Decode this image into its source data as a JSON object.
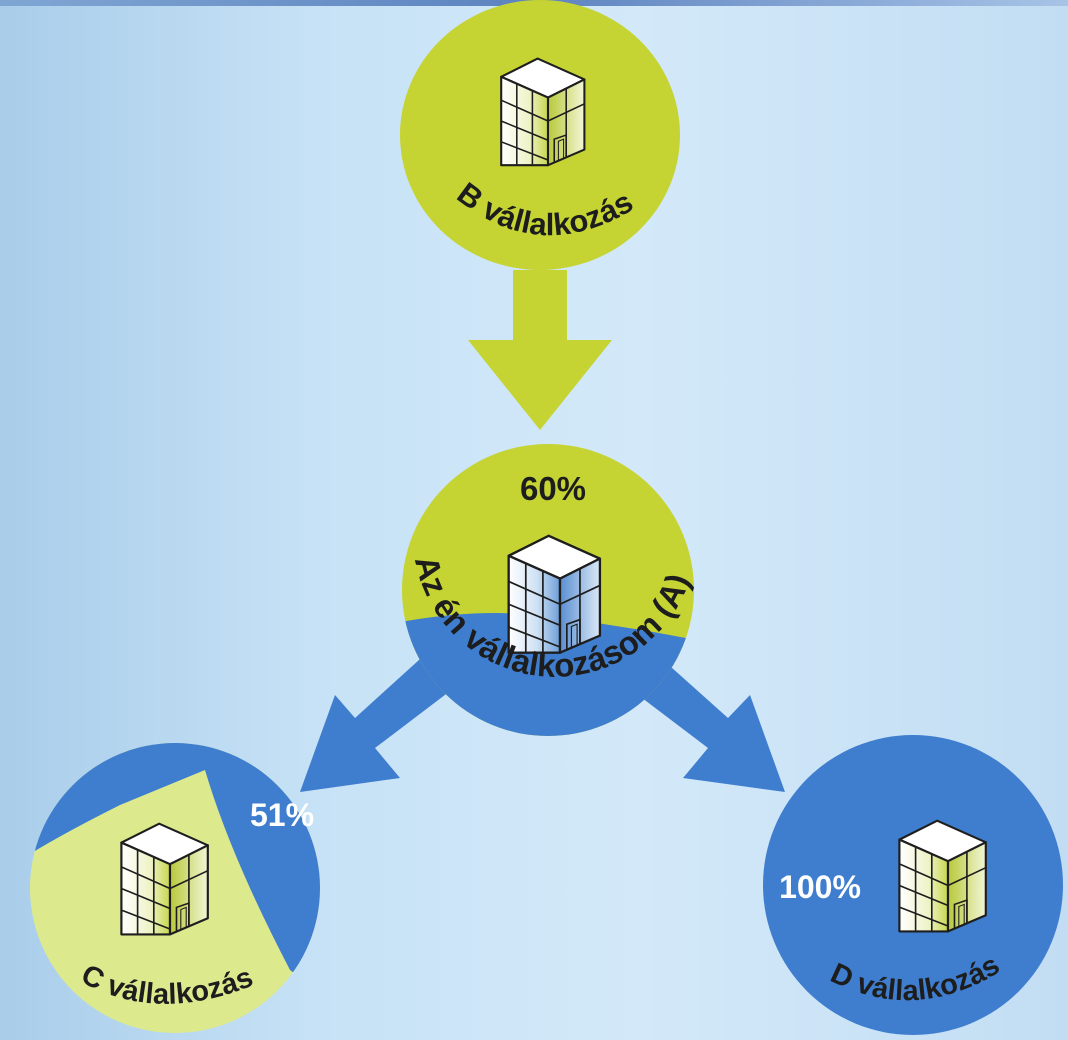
{
  "colors": {
    "lime": "#c5d432",
    "blue": "#3f7ecf",
    "light_lime": "#dde98d",
    "background": "#c7e2f6"
  },
  "nodes": {
    "b": {
      "label": "B vállalkozás"
    },
    "a": {
      "label": "Az én vállalkozásom (A)",
      "percent": "60%"
    },
    "c": {
      "label": "C vállalkozás",
      "percent": "51%"
    },
    "d": {
      "label": "D vállalkozás",
      "percent": "100%"
    }
  },
  "icons": [
    "building-icon"
  ]
}
